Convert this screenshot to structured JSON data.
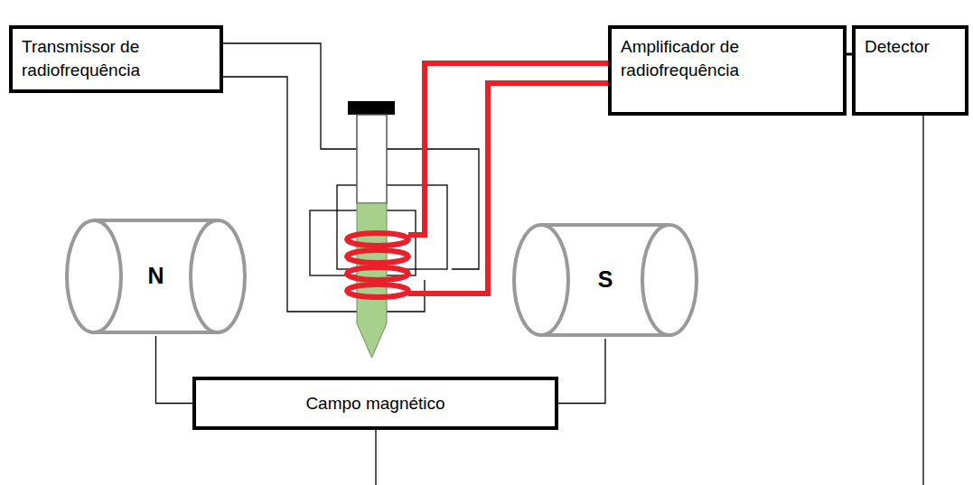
{
  "diagram": {
    "nodes": [
      {
        "text": [
          "Transmissor de radiofrequência"
        ]
      },
      {
        "text": [
          "Amplificador de radiofrequência"
        ]
      },
      {
        "text": [
          "Detector"
        ]
      },
      {
        "text": [
          "N"
        ]
      },
      {
        "text": [
          "S"
        ]
      },
      {
        "text": [
          "Campo magnético"
        ]
      }
    ],
    "edges": [
      {
        "from": 1,
        "to": 2,
        "arrow": "none"
      },
      {
        "from": 5,
        "to": 3,
        "arrow": "none"
      },
      {
        "from": 5,
        "to": 4,
        "arrow": "none"
      }
    ]
  }
}
